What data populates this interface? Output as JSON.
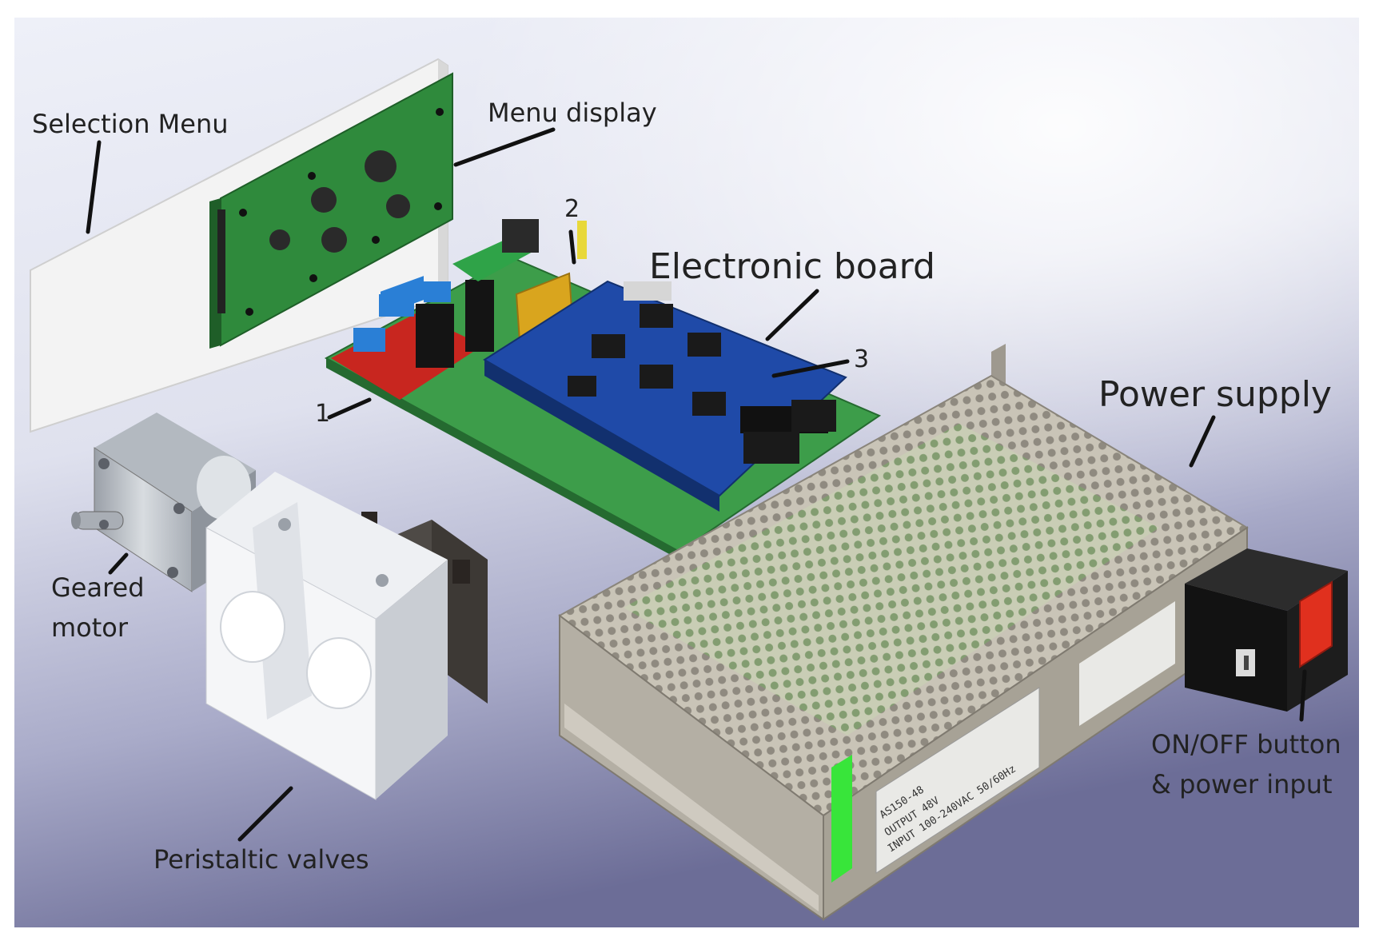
{
  "labels": {
    "selection_menu": "Selection Menu",
    "menu_display": "Menu display",
    "electronic_board": "Electronic board",
    "power_supply": "Power supply",
    "geared_motor_line1": "Geared",
    "geared_motor_line2": "motor",
    "peristaltic_valves": "Peristaltic valves",
    "on_off_line1": "ON/OFF button",
    "on_off_line2": "& power input",
    "num_1": "1",
    "num_2": "2",
    "num_3": "3"
  },
  "psu_sticker": {
    "line1": "AS150-48",
    "line2": "OUTPUT 48V",
    "line3": "INPUT 100-240VAC 50/60Hz"
  },
  "colors": {
    "background_top": "#e6e8f4",
    "background_bottom": "#7e7fa6",
    "pcb_green": "#2f8a3c",
    "board_blue": "#1f4aa8",
    "driver_red": "#c8261f",
    "psu_metal": "#bdb8ad",
    "switch_red": "#e0301e",
    "accent_green": "#38e53a"
  }
}
